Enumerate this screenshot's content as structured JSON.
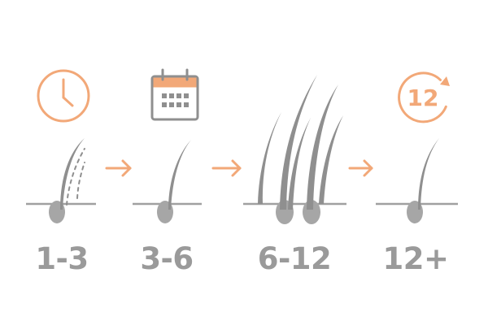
{
  "stages": [
    {
      "label": "1-3",
      "icon": "clock-icon"
    },
    {
      "label": "3-6",
      "icon": "calendar-icon"
    },
    {
      "label": "6-12",
      "icon": ""
    },
    {
      "label": "12+",
      "icon": "repeat-12-icon"
    }
  ],
  "badge": {
    "number": "12"
  },
  "colors": {
    "accent": "#F2A878",
    "gray": "#8F8F8F",
    "follicle": "#A6A6A6",
    "line": "#A0A0A0",
    "label": "#9A9A9A"
  }
}
